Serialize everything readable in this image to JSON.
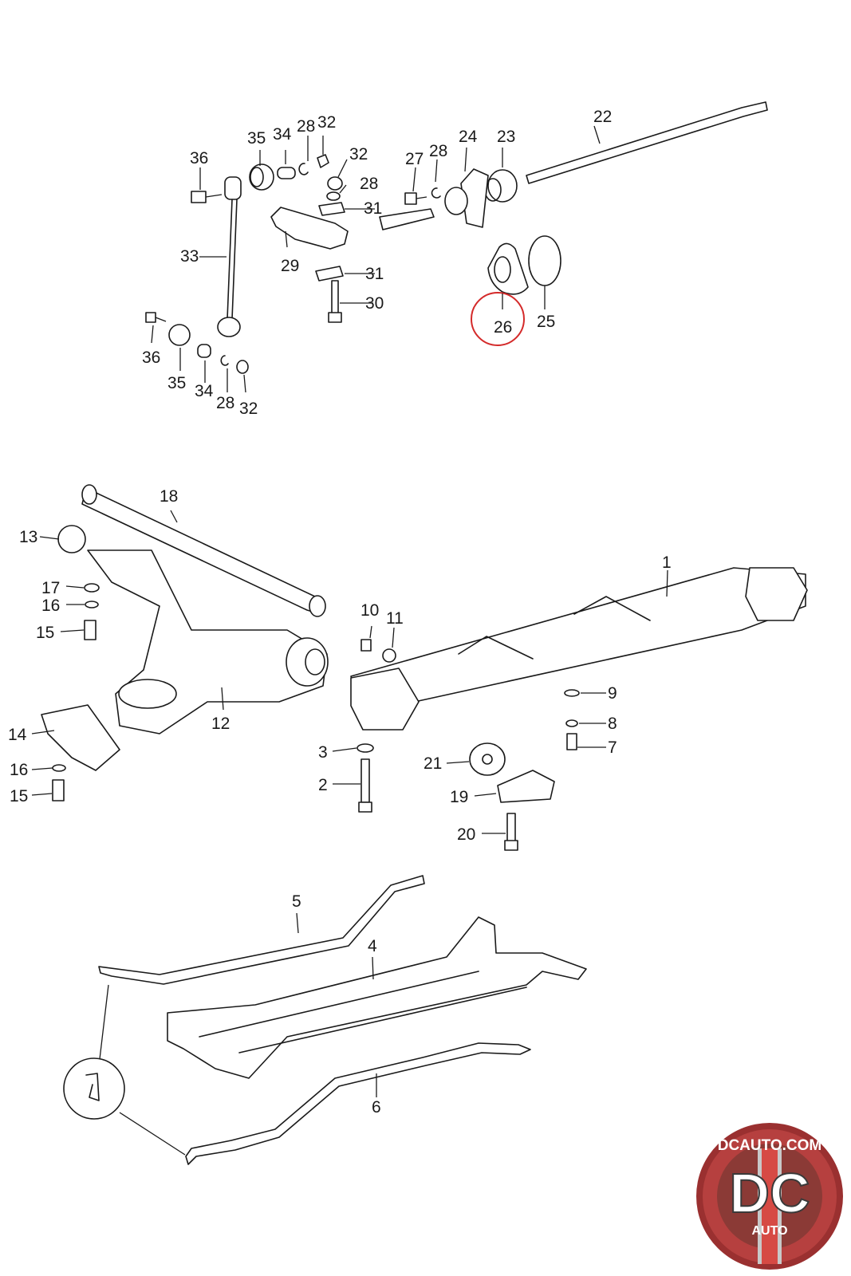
{
  "labels": {
    "l1": "1",
    "l2": "2",
    "l3": "3",
    "l4": "4",
    "l5": "5",
    "l6": "6",
    "l7": "7",
    "l8": "8",
    "l9": "9",
    "l10": "10",
    "l11": "11",
    "l12": "12",
    "l13": "13",
    "l14a": "14",
    "l15a": "15",
    "l15b": "15",
    "l16a": "16",
    "l16b": "16",
    "l17": "17",
    "l18": "18",
    "l19": "19",
    "l20": "20",
    "l21": "21",
    "l22": "22",
    "l23": "23",
    "l24": "24",
    "l25": "25",
    "l26": "26",
    "l27": "27",
    "l28a": "28",
    "l28b": "28",
    "l28c": "28",
    "l28d": "28",
    "l29": "29",
    "l30": "30",
    "l31a": "31",
    "l31b": "31",
    "l32a": "32",
    "l32b": "32",
    "l32c": "32",
    "l33": "33",
    "l34a": "34",
    "l34b": "34",
    "l35a": "35",
    "l35b": "35",
    "l36a": "36",
    "l36b": "36"
  },
  "highlighted_part": "26",
  "watermark": {
    "site": "DCAUTO.COM",
    "mark": "DC",
    "sub": "AUTO",
    "colors": {
      "ring": "#b6403f",
      "letters": "#ffffff"
    }
  }
}
